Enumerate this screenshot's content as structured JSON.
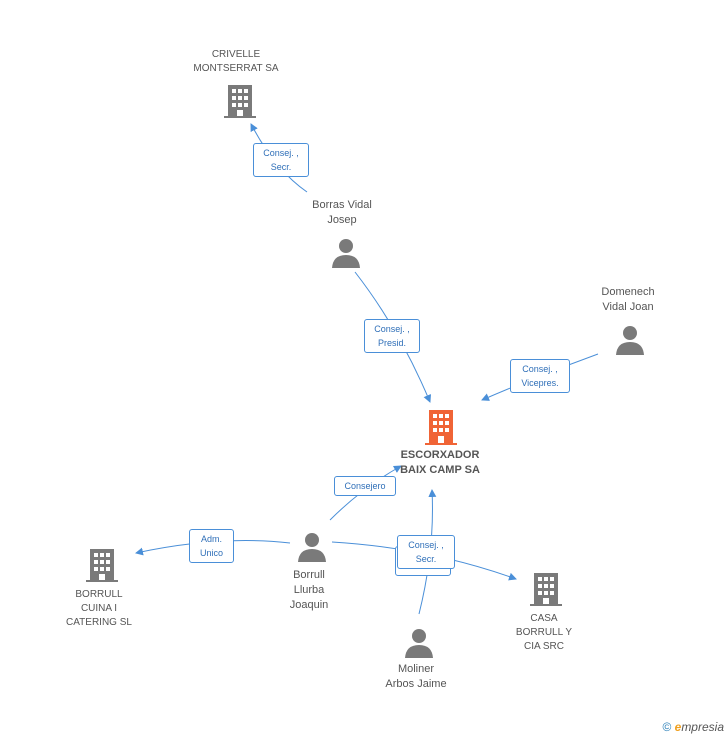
{
  "nodes": {
    "crivelle": "CRIVELLE\nMONTSERRAT SA",
    "borras": "Borras Vidal\nJosep",
    "domenech": "Domenech\nVidal Joan",
    "escorxador": "ESCORXADOR\nBAIX CAMP SA",
    "borrull_cuina": "BORRULL\nCUINA I\nCATERING SL",
    "borrull_joaquin": "Borrull\nLlurba\nJoaquin",
    "casa_borrull": "CASA\nBORRULL Y\nCIA SRC",
    "moliner": "Moliner\nArbos Jaime"
  },
  "relations": {
    "crivelle_borras": "Consej. ,\nSecr.",
    "borras_escorxador": "Consej. ,\nPresid.",
    "domenech_escorxador": "Consej. ,\nVicepres.",
    "joaquin_escorxador": "Consejero",
    "joaquin_cuina": "Adm.\nUnico",
    "moliner_escorxador": "Consej. ,\nSecr.",
    "hidden_label": "Consej. ,"
  },
  "colors": {
    "edge": "#4a8fd8",
    "icon": "#7a7a7a",
    "focus": "#f06436"
  },
  "footer": {
    "copyright": "©",
    "brand_e": "e",
    "brand": "mpresia"
  }
}
